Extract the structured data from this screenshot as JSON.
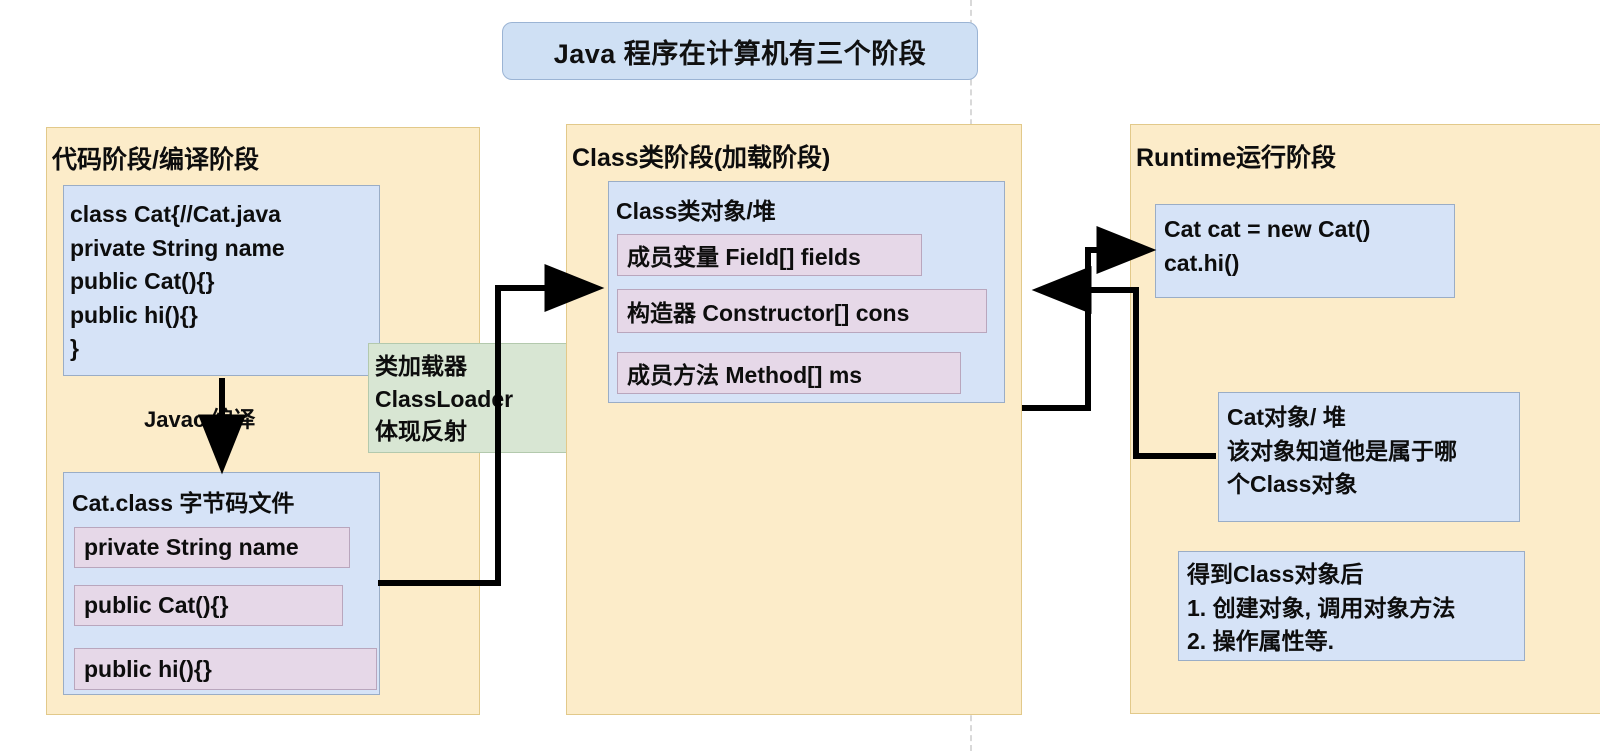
{
  "title": {
    "text": "Java 程序在计算机有三个阶段"
  },
  "colors": {
    "panel_bg": "#fcecc9",
    "panel_border": "#e2c98a",
    "blue_bg": "#d6e3f7",
    "blue_border": "#9aadc6",
    "purple_bg": "#e6d8e8",
    "purple_border": "#b9a6bd",
    "green_bg": "#d8e6d3",
    "green_border": "#b3c9ad",
    "arrow": "#000000",
    "guide": "#d9d9d9"
  },
  "stages": {
    "compile": {
      "title": "代码阶段/编译阶段",
      "source_code": "class Cat{//Cat.java\nprivate String name\npublic Cat(){}\npublic hi(){}\n}",
      "compile_label": "Javac 编译",
      "bytecode": {
        "title": "Cat.class 字节码文件",
        "members": [
          "private String name",
          "public Cat(){}",
          "public hi(){}"
        ]
      }
    },
    "classloader_note": "类加载器\nClassLoader\n体现反射",
    "classstage": {
      "title": "Class类阶段(加载阶段)",
      "class_object": {
        "title": "Class类对象/堆",
        "members": [
          "成员变量 Field[] fields",
          "构造器 Constructor[] cons",
          "成员方法 Method[] ms"
        ]
      }
    },
    "runtime": {
      "title": "Runtime运行阶段",
      "code": "Cat cat = new Cat()\ncat.hi()",
      "object_note": "Cat对象/ 堆\n该对象知道他是属于哪\n个Class对象",
      "usage_note": "得到Class对象后\n1. 创建对象, 调用对象方法\n2. 操作属性等."
    }
  }
}
